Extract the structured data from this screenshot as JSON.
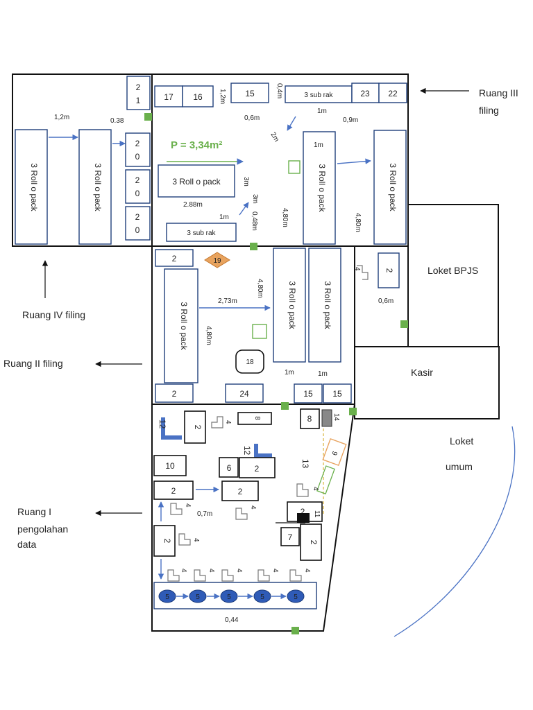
{
  "rooms": {
    "ruang_iii": "Ruang III\nfiling",
    "ruang_iv": "Ruang IV filing",
    "ruang_ii": "Ruang II filing",
    "ruang_i": "Ruang I\npengolahan\ndata",
    "loket_bpjs": "Loket BPJS",
    "kasir": "Kasir",
    "loket_umum": "Loket\numum"
  },
  "labels": {
    "roll_o_pack": "3 Roll o pack",
    "sub_rak": "3 sub rak",
    "area": "P = 3,34m²",
    "num_21": "2\n1",
    "num_20": "2\n0",
    "n17": "17",
    "n16": "16",
    "n15": "15",
    "n23": "23",
    "n22": "22",
    "n2": "2",
    "n19": "19",
    "n18": "18",
    "n24": "24",
    "n8": "8",
    "n14": "14",
    "n12": "12",
    "n10": "10",
    "n6": "6",
    "n9": "9",
    "n13": "13",
    "n11": "11",
    "n7": "7",
    "n4": "4",
    "n5": "5"
  },
  "dimensions": {
    "d1_2m": "1,2m",
    "d038": "0.38",
    "d06m": "0,6m",
    "d09m": "0,9m",
    "d1m": "1m",
    "d3m": "3m",
    "d288m": "2.88m",
    "d048m": "0,48m",
    "d480m": "4,80m",
    "d273m": "2,73m",
    "d07m": "0,7m",
    "d044": "0,44",
    "d04m": "0,4m",
    "d2m": "2m"
  },
  "colors": {
    "wall": "#111111",
    "furniture": "#1f3f7a",
    "door": "#6ab04c",
    "arrow": "#4a72c4",
    "highlight": "#e8a35e",
    "area": "#6ab04c"
  }
}
